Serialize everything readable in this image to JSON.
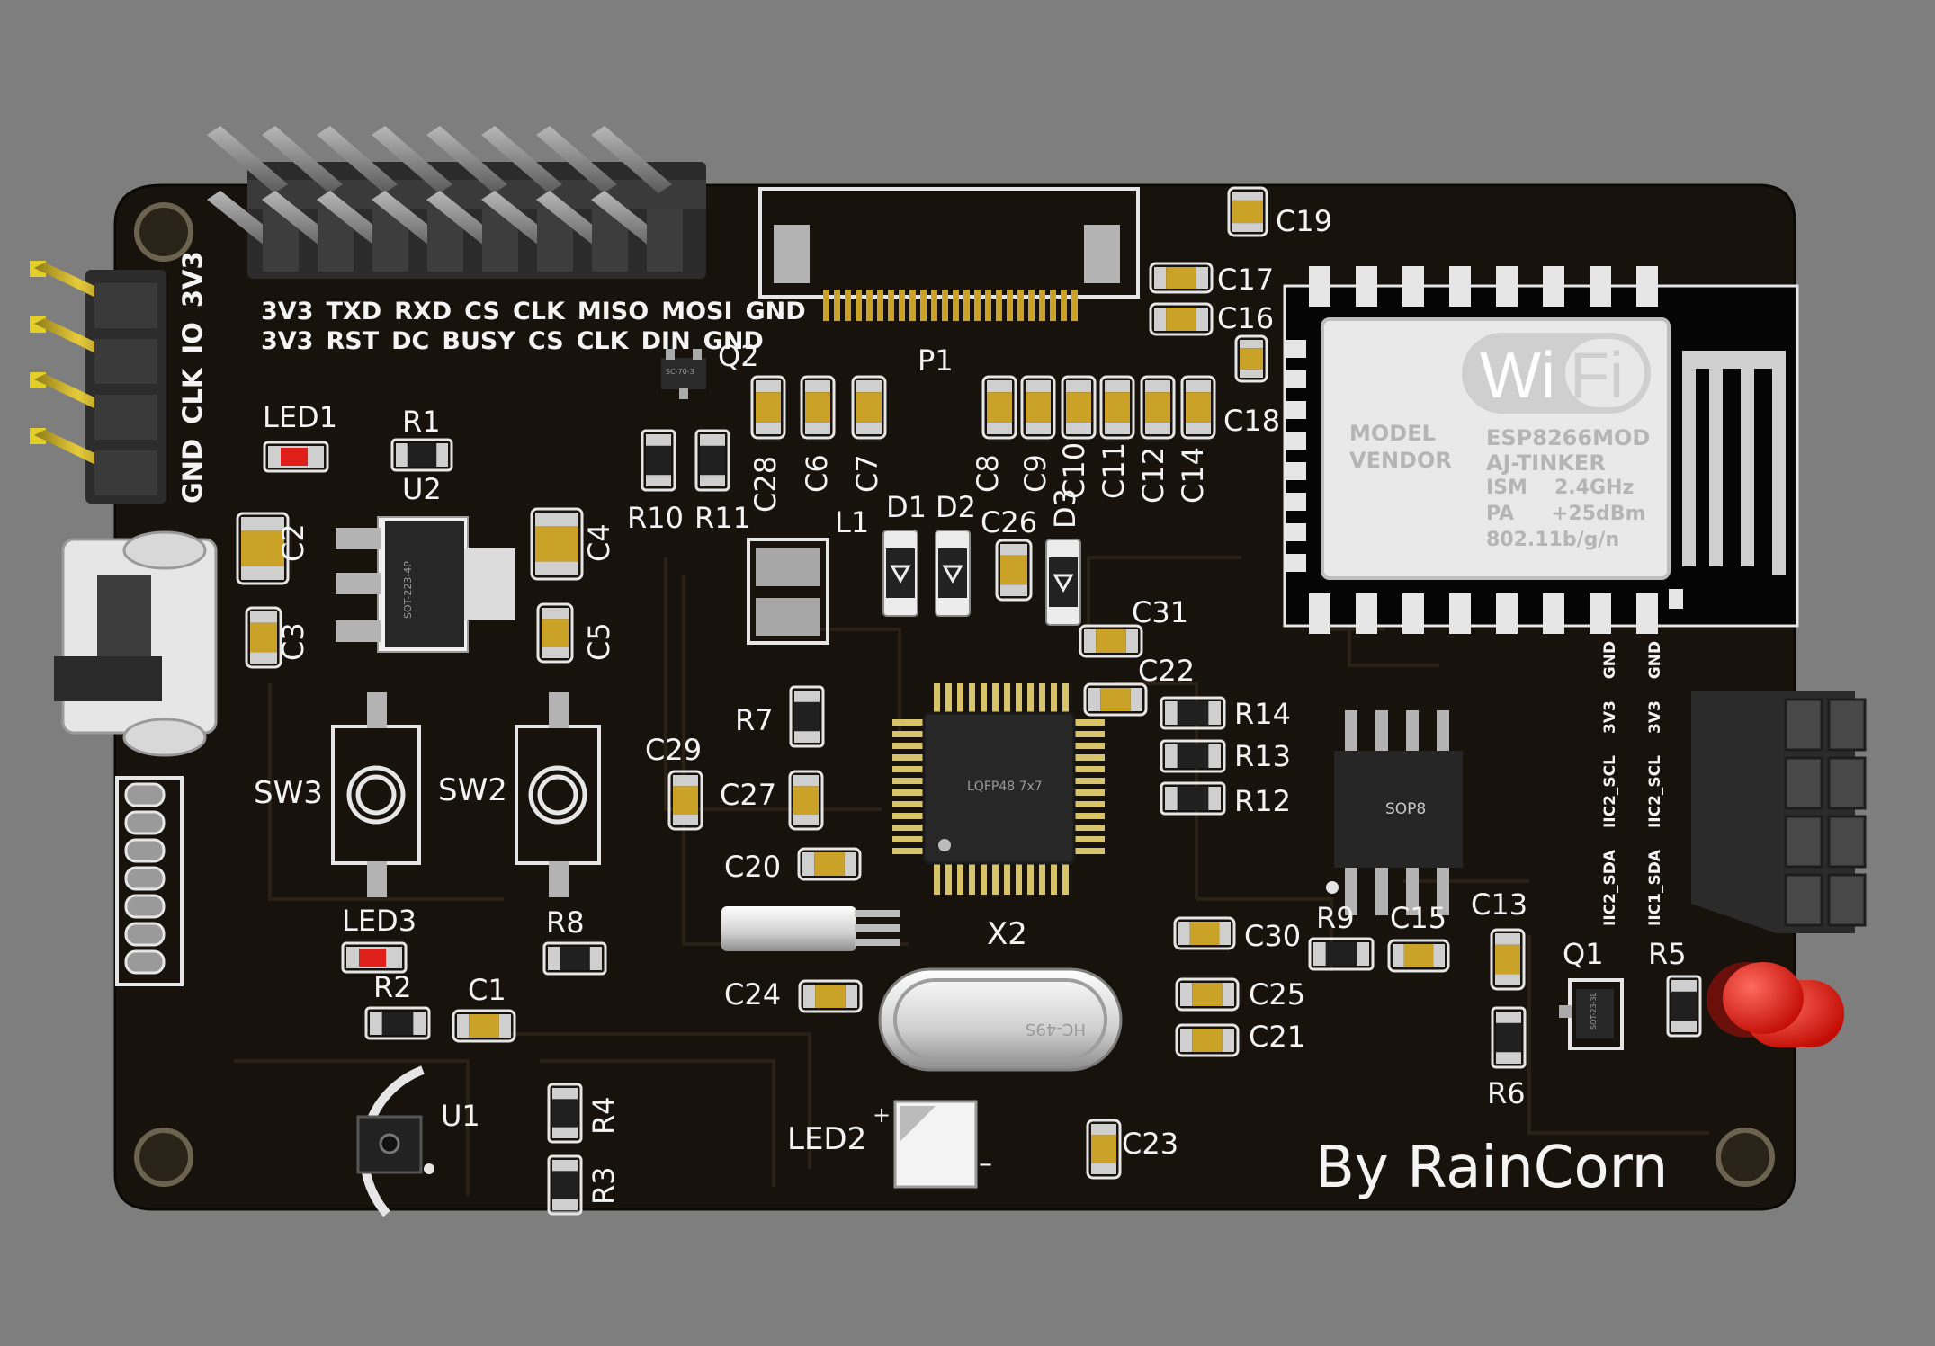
{
  "header_pins": {
    "row1": [
      "3V3",
      "TXD",
      "RXD",
      "CS",
      "CLK",
      "MISO",
      "MOSI",
      "GND"
    ],
    "row2": [
      "3V3",
      "RST",
      "DC",
      "BUSY",
      "CS",
      "CLK",
      "DIN",
      "GND"
    ]
  },
  "side_header": [
    "GND",
    "CLK",
    "IO",
    "3V3"
  ],
  "iic_labels": {
    "col1": [
      "IIC2_SDA",
      "IIC2_SCL",
      "3V3",
      "GND"
    ],
    "col2": [
      "IIC1_SDA",
      "IIC2_SCL",
      "3V3",
      "GND"
    ]
  },
  "designators": {
    "led1": "LED1",
    "r1": "R1",
    "u2": "U2",
    "c2": "C2",
    "c3": "C3",
    "c4": "C4",
    "c5": "C5",
    "q2": "Q2",
    "p1": "P1",
    "r10": "R10",
    "r11": "R11",
    "c28": "C28",
    "c6": "C6",
    "c7": "C7",
    "c8": "C8",
    "c9": "C9",
    "c10": "C10",
    "c11": "C11",
    "c12": "C12",
    "c14": "C14",
    "c19": "C19",
    "c17": "C17",
    "c16": "C16",
    "c18": "C18",
    "l1": "L1",
    "d1": "D1",
    "d2": "D2",
    "c26": "C26",
    "d3": "D3",
    "c31": "C31",
    "c22": "C22",
    "r14": "R14",
    "r13": "R13",
    "r12": "R12",
    "sw3": "SW3",
    "sw2": "SW2",
    "r7": "R7",
    "c29": "C29",
    "c27": "C27",
    "c20": "C20",
    "led3": "LED3",
    "r8": "R8",
    "r2": "R2",
    "c1": "C1",
    "x2": "X2",
    "c24": "C24",
    "c30": "C30",
    "r9": "R9",
    "c15": "C15",
    "c13": "C13",
    "q1": "Q1",
    "r5": "R5",
    "c25": "C25",
    "c21": "C21",
    "r6": "R6",
    "u1": "U1",
    "r4": "R4",
    "r3": "R3",
    "led2": "LED2",
    "c23": "C23"
  },
  "chip_marks": {
    "mcu": "LQFP48 7x7",
    "sop8": "SOP8",
    "crystal": "HC-49S",
    "u2_pkg": "SOT-223-4P",
    "q2_pkg": "SC-70-3",
    "q1_pkg": "SOT-23-3L"
  },
  "wifi_module": {
    "logo_left": "Wi",
    "logo_right": "Fi",
    "model_label": "MODEL",
    "vendor_label": "VENDOR",
    "model": "ESP8266MOD",
    "vendor": "AJ-TINKER",
    "ism_label": "ISM",
    "ism": "2.4GHz",
    "pa_label": "PA",
    "pa": "+25dBm",
    "standard": "802.11b/g/n"
  },
  "polarity": {
    "plus": "+",
    "minus": "–"
  },
  "credit": "By RainCorn",
  "colors": {
    "background": "#7e7e7e",
    "board": "#17120c",
    "silkscreen": "#f4f4f4",
    "pad_gold": "#c9a227",
    "led_red": "#e0201a",
    "chip_body": "#262626"
  }
}
